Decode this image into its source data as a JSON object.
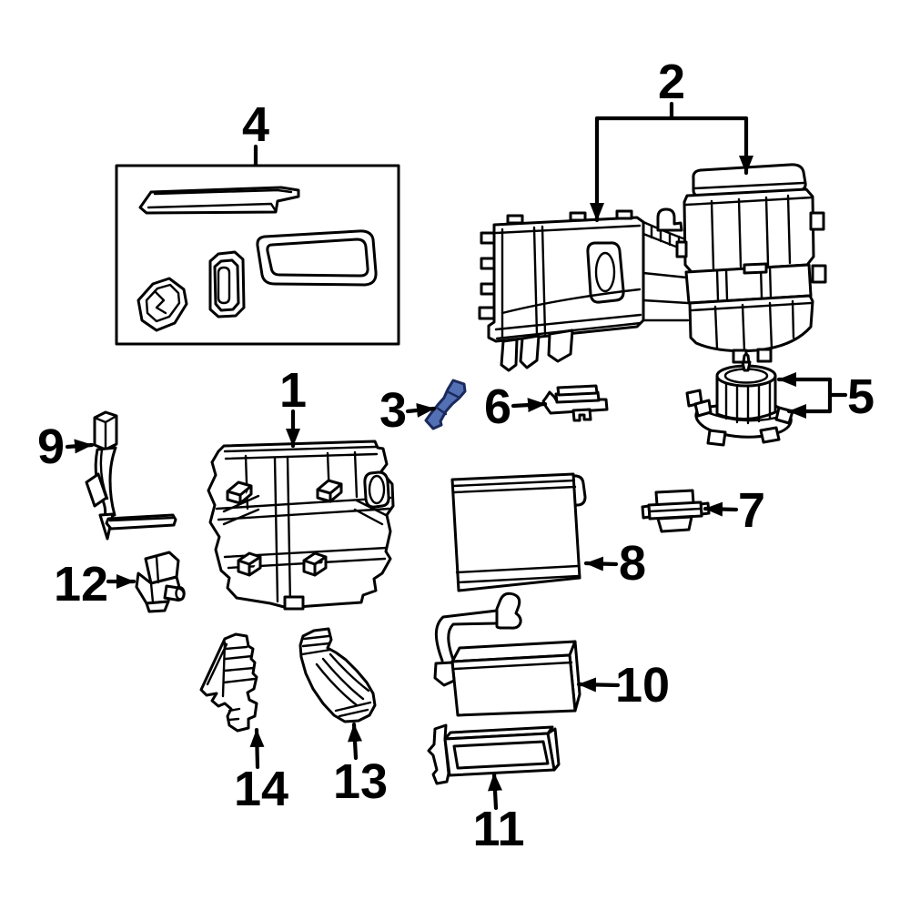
{
  "diagram": {
    "type": "exploded-parts-diagram",
    "subject": "HVAC heater and A/C unit components",
    "background": "#ffffff",
    "line_color": "#000000",
    "highlight": {
      "part": "3",
      "fill": "#5470b5",
      "stroke": "#1b2a5c"
    }
  },
  "callouts": [
    {
      "id": "1",
      "label": "1"
    },
    {
      "id": "2",
      "label": "2"
    },
    {
      "id": "3",
      "label": "3"
    },
    {
      "id": "4",
      "label": "4"
    },
    {
      "id": "5",
      "label": "5"
    },
    {
      "id": "6",
      "label": "6"
    },
    {
      "id": "7",
      "label": "7"
    },
    {
      "id": "8",
      "label": "8"
    },
    {
      "id": "9",
      "label": "9"
    },
    {
      "id": "10",
      "label": "10"
    },
    {
      "id": "11",
      "label": "11"
    },
    {
      "id": "12",
      "label": "12"
    },
    {
      "id": "13",
      "label": "13"
    },
    {
      "id": "14",
      "label": "14"
    }
  ]
}
